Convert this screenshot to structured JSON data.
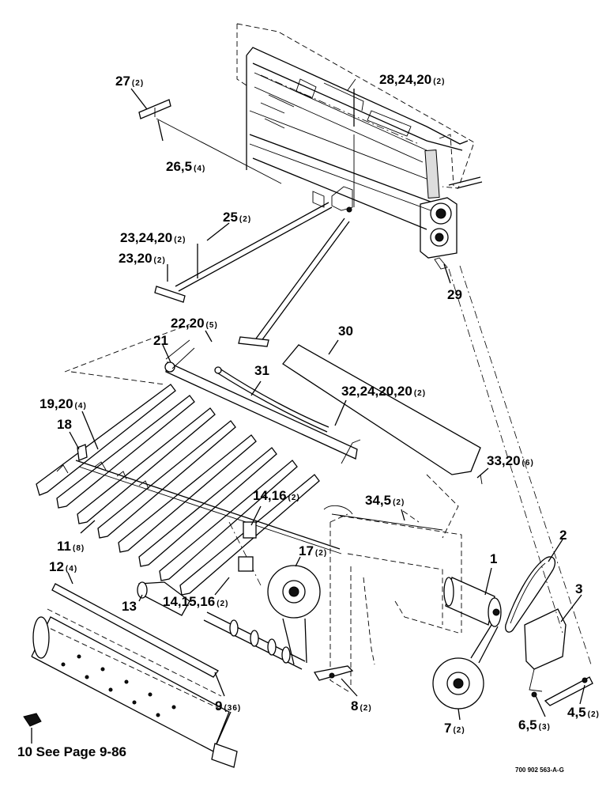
{
  "diagram": {
    "figure_code": "700 902 563-A-G",
    "callouts": [
      {
        "id": "c27",
        "label": "27",
        "qty": "(2)"
      },
      {
        "id": "c28",
        "label": "28,24,20",
        "qty": "(2)"
      },
      {
        "id": "c26",
        "label": "26,5",
        "qty": "(4)"
      },
      {
        "id": "c25",
        "label": "25",
        "qty": "(2)"
      },
      {
        "id": "c23a",
        "label": "23,24,20",
        "qty": "(2)"
      },
      {
        "id": "c23b",
        "label": "23,20",
        "qty": "(2)"
      },
      {
        "id": "c29",
        "label": "29",
        "qty": ""
      },
      {
        "id": "c22",
        "label": "22,20",
        "qty": "(5)"
      },
      {
        "id": "c30",
        "label": "30",
        "qty": ""
      },
      {
        "id": "c21",
        "label": "21",
        "qty": ""
      },
      {
        "id": "c31",
        "label": "31",
        "qty": ""
      },
      {
        "id": "c32",
        "label": "32,24,20,20",
        "qty": "(2)"
      },
      {
        "id": "c19",
        "label": "19,20",
        "qty": "(4)"
      },
      {
        "id": "c18",
        "label": "18",
        "qty": ""
      },
      {
        "id": "c33",
        "label": "33,20",
        "qty": "(6)"
      },
      {
        "id": "c34",
        "label": "34,5",
        "qty": "(2)"
      },
      {
        "id": "c14a",
        "label": "14,16",
        "qty": "(2)"
      },
      {
        "id": "c11",
        "label": "11",
        "qty": "(8)"
      },
      {
        "id": "c2",
        "label": "2",
        "qty": ""
      },
      {
        "id": "c17",
        "label": "17",
        "qty": "(2)"
      },
      {
        "id": "c1",
        "label": "1",
        "qty": ""
      },
      {
        "id": "c3",
        "label": "3",
        "qty": ""
      },
      {
        "id": "c12",
        "label": "12",
        "qty": "(4)"
      },
      {
        "id": "c13",
        "label": "13",
        "qty": ""
      },
      {
        "id": "c14b",
        "label": "14,15,16",
        "qty": "(2)"
      },
      {
        "id": "c9",
        "label": "9",
        "qty": "(36)"
      },
      {
        "id": "c8",
        "label": "8",
        "qty": "(2)"
      },
      {
        "id": "c7",
        "label": "7",
        "qty": "(2)"
      },
      {
        "id": "c6",
        "label": "6,5",
        "qty": "(3)"
      },
      {
        "id": "c4",
        "label": "4,5",
        "qty": "(2)"
      },
      {
        "id": "c10",
        "label": "10 See Page 9-86",
        "qty": ""
      }
    ]
  }
}
